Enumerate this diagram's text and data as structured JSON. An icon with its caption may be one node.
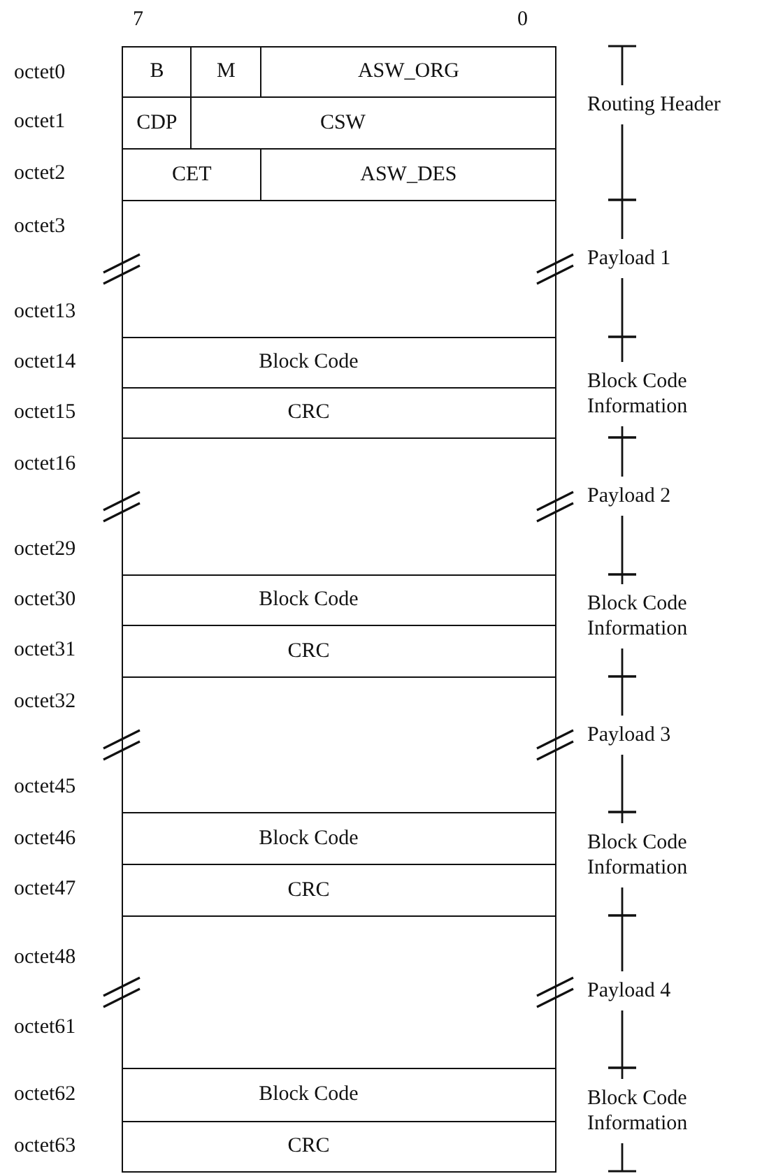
{
  "diagram": {
    "nodes": [
      {
        "text": [
          "B"
        ]
      },
      {
        "text": [
          "M"
        ]
      },
      {
        "text": [
          "ASW_ORG"
        ]
      },
      {
        "text": [
          "CDP"
        ]
      },
      {
        "text": [
          "CSW"
        ]
      },
      {
        "text": [
          "CET"
        ]
      },
      {
        "text": [
          "ASW_DES"
        ]
      },
      {
        "text": [],
        "shape": "box"
      },
      {
        "text": [
          "Block Code"
        ]
      },
      {
        "text": [
          "CRC"
        ]
      },
      {
        "text": [],
        "shape": "box"
      },
      {
        "text": [
          "Block Code"
        ]
      },
      {
        "text": [
          "CRC"
        ]
      },
      {
        "text": [],
        "shape": "box"
      },
      {
        "text": [
          "Block Code"
        ]
      },
      {
        "text": [
          "CRC"
        ]
      },
      {
        "text": [],
        "shape": "box"
      },
      {
        "text": [
          "Block Code"
        ]
      },
      {
        "text": [
          "CRC"
        ]
      }
    ],
    "labels": [
      "7",
      "0",
      "octet0",
      "octet1",
      "Routing Header",
      "octet2",
      "octet3",
      "Payload 1",
      "octet13",
      "octet14",
      "Block Code Information",
      "octet15",
      "octet16",
      "Payload 2",
      "octet29",
      "octet30",
      "Block Code Information",
      "octet31",
      "octet32",
      "Payload 3",
      "octet45",
      "octet46",
      "Block Code Information",
      "octet47",
      "octet48",
      "Payload 4",
      "octet61",
      "octet62",
      "Block Code Information",
      "octet63"
    ]
  }
}
